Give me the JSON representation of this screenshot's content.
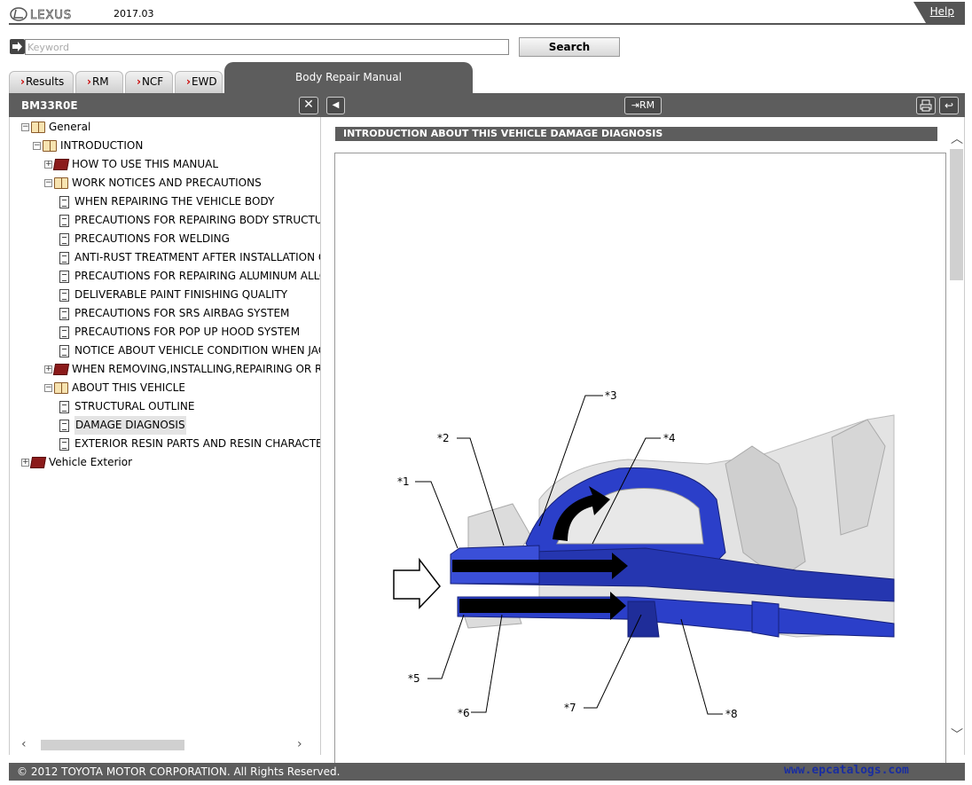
{
  "header": {
    "brand": "LEXUS",
    "version": "2017.03",
    "help_label": "Help"
  },
  "search": {
    "placeholder": "Keyword",
    "button_label": "Search"
  },
  "tabs": [
    {
      "label": "Results"
    },
    {
      "label": "RM"
    },
    {
      "label": "NCF"
    },
    {
      "label": "EWD"
    },
    {
      "label": "Body Repair Manual",
      "active": true
    }
  ],
  "left_panel": {
    "title": "BM33R0E",
    "close_glyph": "✕"
  },
  "toolbar": {
    "rm_label": "RM"
  },
  "tree": [
    {
      "label": "General",
      "toggle": "−",
      "icon": "open-book",
      "level": 0
    },
    {
      "label": "INTRODUCTION",
      "toggle": "−",
      "icon": "open-book",
      "level": 1
    },
    {
      "label": "HOW TO USE THIS MANUAL",
      "toggle": "+",
      "icon": "closed-book",
      "level": 2
    },
    {
      "label": "WORK NOTICES AND PRECAUTIONS",
      "toggle": "−",
      "icon": "open-book",
      "level": 2
    },
    {
      "label": "WHEN REPAIRING THE VEHICLE BODY",
      "icon": "document",
      "level": 3
    },
    {
      "label": "PRECAUTIONS FOR REPAIRING BODY STRUCTURE",
      "icon": "document",
      "level": 3
    },
    {
      "label": "PRECAUTIONS FOR WELDING",
      "icon": "document",
      "level": 3
    },
    {
      "label": "ANTI-RUST TREATMENT AFTER INSTALLATION OF",
      "icon": "document",
      "level": 3
    },
    {
      "label": "PRECAUTIONS FOR REPAIRING ALUMINUM ALLOY",
      "icon": "document",
      "level": 3
    },
    {
      "label": "DELIVERABLE PAINT FINISHING QUALITY",
      "icon": "document",
      "level": 3
    },
    {
      "label": "PRECAUTIONS FOR SRS AIRBAG SYSTEM",
      "icon": "document",
      "level": 3
    },
    {
      "label": "PRECAUTIONS FOR POP UP HOOD SYSTEM",
      "icon": "document",
      "level": 3
    },
    {
      "label": "NOTICE ABOUT VEHICLE CONDITION WHEN JACKI",
      "icon": "document",
      "level": 3
    },
    {
      "label": "WHEN REMOVING,INSTALLING,REPAIRING OR REP",
      "toggle": "+",
      "icon": "closed-book",
      "level": 2
    },
    {
      "label": "ABOUT THIS VEHICLE",
      "toggle": "−",
      "icon": "open-book",
      "level": 2
    },
    {
      "label": "STRUCTURAL OUTLINE",
      "icon": "document",
      "level": 3
    },
    {
      "label": "DAMAGE DIAGNOSIS",
      "icon": "document",
      "level": 3,
      "selected": true
    },
    {
      "label": "EXTERIOR RESIN PARTS AND RESIN CHARACTERIS",
      "icon": "document",
      "level": 3
    },
    {
      "label": "Vehicle Exterior",
      "toggle": "+",
      "icon": "closed-book",
      "level": 0
    }
  ],
  "document": {
    "title": "INTRODUCTION  ABOUT THIS VEHICLE  DAMAGE DIAGNOSIS",
    "callouts": [
      "*1",
      "*2",
      "*3",
      "*4",
      "*5",
      "*6",
      "*7",
      "*8"
    ]
  },
  "footer": {
    "copyright": "© 2012 TOYOTA MOTOR CORPORATION. All Rights Reserved.",
    "watermark": "www.epcatalogs.com"
  },
  "colors": {
    "chrome": "#5d5d5d",
    "accent_red": "#cc0000",
    "part_blue": "#2b3fc9"
  }
}
